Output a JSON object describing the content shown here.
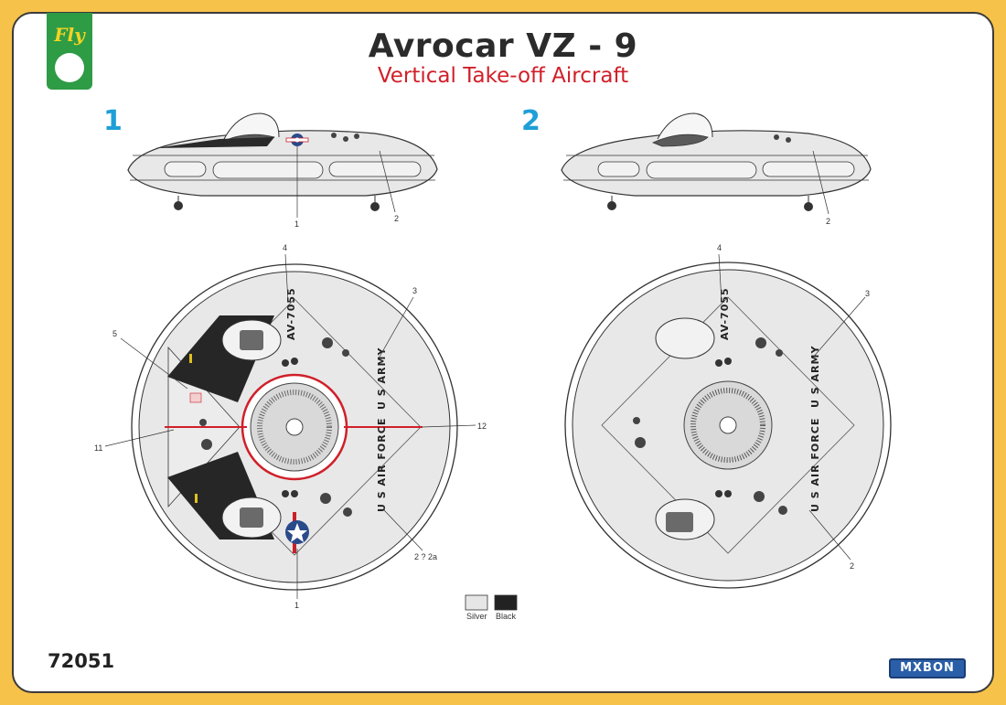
{
  "title": "Avrocar VZ - 9",
  "subtitle": "Vertical Take-off Aircraft",
  "product_code": "72051",
  "logo_text": "Fly",
  "brand_text": "MXBON",
  "scheme_numbers": [
    "1",
    "2"
  ],
  "stencils": {
    "serial": "AV-7055",
    "army": "U S  ARMY",
    "air_force": "U S AIR FORCE"
  },
  "callouts": {
    "s1_side": [
      "1",
      "2"
    ],
    "s2_side": [
      "2"
    ],
    "s1_top": [
      "4",
      "3",
      "5",
      "12",
      "11",
      "2 ? 2a",
      "1"
    ],
    "s2_top": [
      "4",
      "3",
      "2"
    ]
  },
  "legend": [
    {
      "label": "Silver",
      "color": "#e6e6e6"
    },
    {
      "label": "Black",
      "color": "#222222"
    }
  ],
  "colors": {
    "background": "#f6c24a",
    "accent_blue": "#1e9fd8",
    "accent_red": "#d0202a"
  }
}
